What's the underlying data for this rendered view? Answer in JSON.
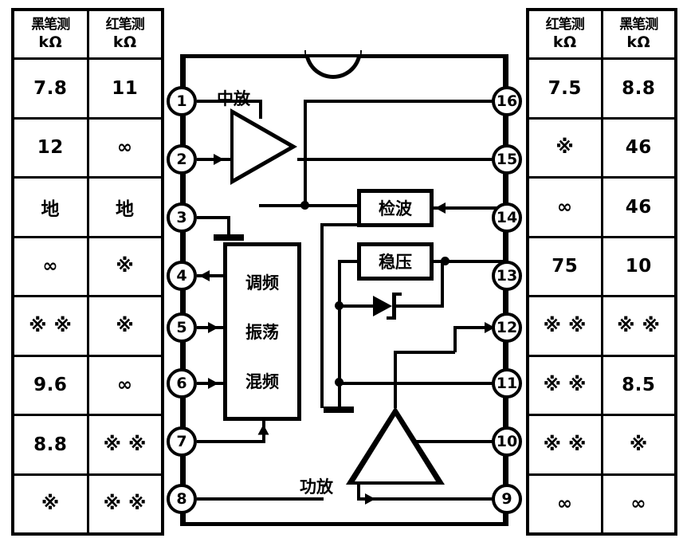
{
  "left_table": {
    "headers": [
      {
        "zh": "黑笔测",
        "unit": "kΩ"
      },
      {
        "zh": "红笔测",
        "unit": "kΩ"
      }
    ],
    "rows": [
      {
        "pin": "1",
        "black": "7.8",
        "red": "11"
      },
      {
        "pin": "2",
        "black": "12",
        "red": "∞"
      },
      {
        "pin": "3",
        "black": "地",
        "red": "地"
      },
      {
        "pin": "4",
        "black": "∞",
        "red": "※"
      },
      {
        "pin": "5",
        "black": "※ ※",
        "red": "※"
      },
      {
        "pin": "6",
        "black": "9.6",
        "red": "∞"
      },
      {
        "pin": "7",
        "black": "8.8",
        "red": "※ ※"
      },
      {
        "pin": "8",
        "black": "※",
        "red": "※ ※"
      }
    ]
  },
  "right_table": {
    "headers": [
      {
        "zh": "红笔测",
        "unit": "kΩ"
      },
      {
        "zh": "黑笔测",
        "unit": "kΩ"
      }
    ],
    "rows": [
      {
        "pin": "16",
        "red": "7.5",
        "black": "8.8"
      },
      {
        "pin": "15",
        "red": "※",
        "black": "46"
      },
      {
        "pin": "14",
        "red": "∞",
        "black": "46"
      },
      {
        "pin": "13",
        "red": "75",
        "black": "10"
      },
      {
        "pin": "12",
        "red": "※ ※",
        "black": "※ ※"
      },
      {
        "pin": "11",
        "red": "※ ※",
        "black": "8.5"
      },
      {
        "pin": "10",
        "red": "※ ※",
        "black": "※"
      },
      {
        "pin": "9",
        "red": "∞",
        "black": "∞"
      }
    ]
  },
  "circuit": {
    "pins_left": [
      "1",
      "2",
      "3",
      "4",
      "5",
      "6",
      "7",
      "8"
    ],
    "pins_right": [
      "16",
      "15",
      "14",
      "13",
      "12",
      "11",
      "10",
      "9"
    ],
    "blocks": {
      "if_amp": "中放",
      "detector": "检波",
      "regulator": "稳压",
      "power_amp": "功放",
      "tuner_fm": "调频",
      "tuner_osc": "振荡",
      "tuner_mix": "混频"
    }
  }
}
